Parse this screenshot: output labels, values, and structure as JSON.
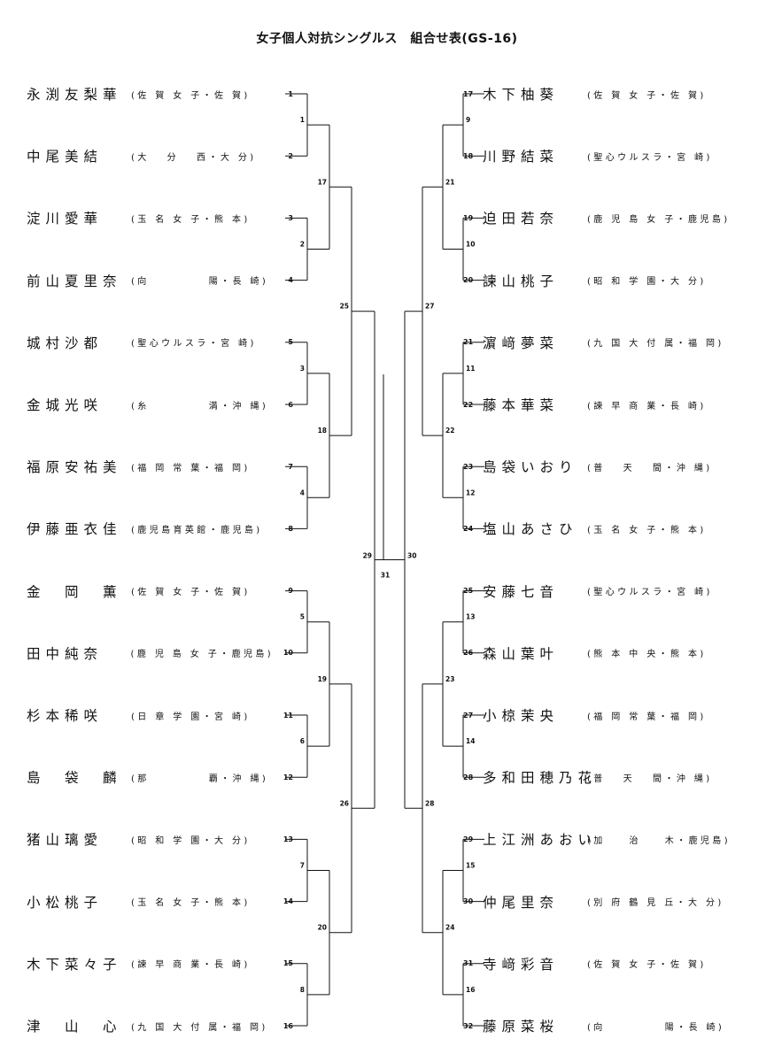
{
  "title": "女子個人対抗シングルス　組合せ表(GS-16)",
  "players": [
    {
      "seed": "1",
      "name": "永渕友梨華",
      "school": "(佐 賀 女 子・佐 賀)"
    },
    {
      "seed": "2",
      "name": "中尾美結",
      "school": "(大　 分　 西・大 分)"
    },
    {
      "seed": "3",
      "name": "淀川愛華",
      "school": "(玉 名 女 子・熊 本)"
    },
    {
      "seed": "4",
      "name": "前山夏里奈",
      "school": "(向　　　　　陽・長 崎)"
    },
    {
      "seed": "5",
      "name": "城村沙都",
      "school": "(聖心ウルスラ・宮 崎)"
    },
    {
      "seed": "6",
      "name": "金城光咲",
      "school": "(糸　　　　　満・沖 縄)"
    },
    {
      "seed": "7",
      "name": "福原安祐美",
      "school": "(福 岡 常 葉・福 岡)"
    },
    {
      "seed": "8",
      "name": "伊藤亜衣佳",
      "school": "(鹿児島育英館・鹿児島)"
    },
    {
      "seed": "9",
      "name": "金　岡　薫",
      "school": "(佐 賀 女 子・佐 賀)"
    },
    {
      "seed": "10",
      "name": "田中純奈",
      "school": "(鹿 児 島 女 子・鹿児島)"
    },
    {
      "seed": "11",
      "name": "杉本稀咲",
      "school": "(日 章 学 園・宮 崎)"
    },
    {
      "seed": "12",
      "name": "島　袋　麟",
      "school": "(那　　　　　覇・沖 縄)"
    },
    {
      "seed": "13",
      "name": "猪山璃愛",
      "school": "(昭 和 学 園・大 分)"
    },
    {
      "seed": "14",
      "name": "小松桃子",
      "school": "(玉 名 女 子・熊 本)"
    },
    {
      "seed": "15",
      "name": "木下菜々子",
      "school": "(諫 早 商 業・長 崎)"
    },
    {
      "seed": "16",
      "name": "津　山　心",
      "school": "(九 国 大 付 属・福 岡)"
    },
    {
      "seed": "17",
      "name": "木下柚葵",
      "school": "(佐 賀 女 子・佐 賀)"
    },
    {
      "seed": "18",
      "name": "川野結菜",
      "school": "(聖心ウルスラ・宮 崎)"
    },
    {
      "seed": "19",
      "name": "迫田若奈",
      "school": "(鹿 児 島 女 子・鹿児島)"
    },
    {
      "seed": "20",
      "name": "諫山桃子",
      "school": "(昭 和 学 園・大 分)"
    },
    {
      "seed": "21",
      "name": "濵﨑夢菜",
      "school": "(九 国 大 付 属・福 岡)"
    },
    {
      "seed": "22",
      "name": "藤本華菜",
      "school": "(諫 早 商 業・長 崎)"
    },
    {
      "seed": "23",
      "name": "島袋いおり",
      "school": "(普　 天　 間・沖 縄)"
    },
    {
      "seed": "24",
      "name": "塩山あさひ",
      "school": "(玉 名 女 子・熊 本)"
    },
    {
      "seed": "25",
      "name": "安藤七音",
      "school": "(聖心ウルスラ・宮 崎)"
    },
    {
      "seed": "26",
      "name": "森山葉叶",
      "school": "(熊 本 中 央・熊 本)"
    },
    {
      "seed": "27",
      "name": "小椋茉央",
      "school": "(福 岡 常 葉・福 岡)"
    },
    {
      "seed": "28",
      "name": "多和田穂乃花",
      "school": "(普　 天　 間・沖 縄)"
    },
    {
      "seed": "29",
      "name": "上江洲あおい",
      "school": "(加　　治　　木・鹿児島)"
    },
    {
      "seed": "30",
      "name": "仲尾里奈",
      "school": "(別 府 鶴 見 丘・大 分)"
    },
    {
      "seed": "31",
      "name": "寺﨑彩音",
      "school": "(佐 賀 女 子・佐 賀)"
    },
    {
      "seed": "32",
      "name": "藤原菜桜",
      "school": "(向　　　　　陽・長 崎)"
    }
  ],
  "match_numbers": {
    "left_r1": [
      "1",
      "2",
      "3",
      "4",
      "5",
      "6",
      "7",
      "8"
    ],
    "left_r2": [
      "17",
      "18",
      "19",
      "20"
    ],
    "left_r3": [
      "25",
      "26"
    ],
    "left_semi": "29",
    "right_r1": [
      "9",
      "10",
      "11",
      "12",
      "13",
      "14",
      "15",
      "16"
    ],
    "right_r2": [
      "21",
      "22",
      "23",
      "24"
    ],
    "right_r3": [
      "27",
      "28"
    ],
    "right_semi": "30",
    "final": "31"
  }
}
